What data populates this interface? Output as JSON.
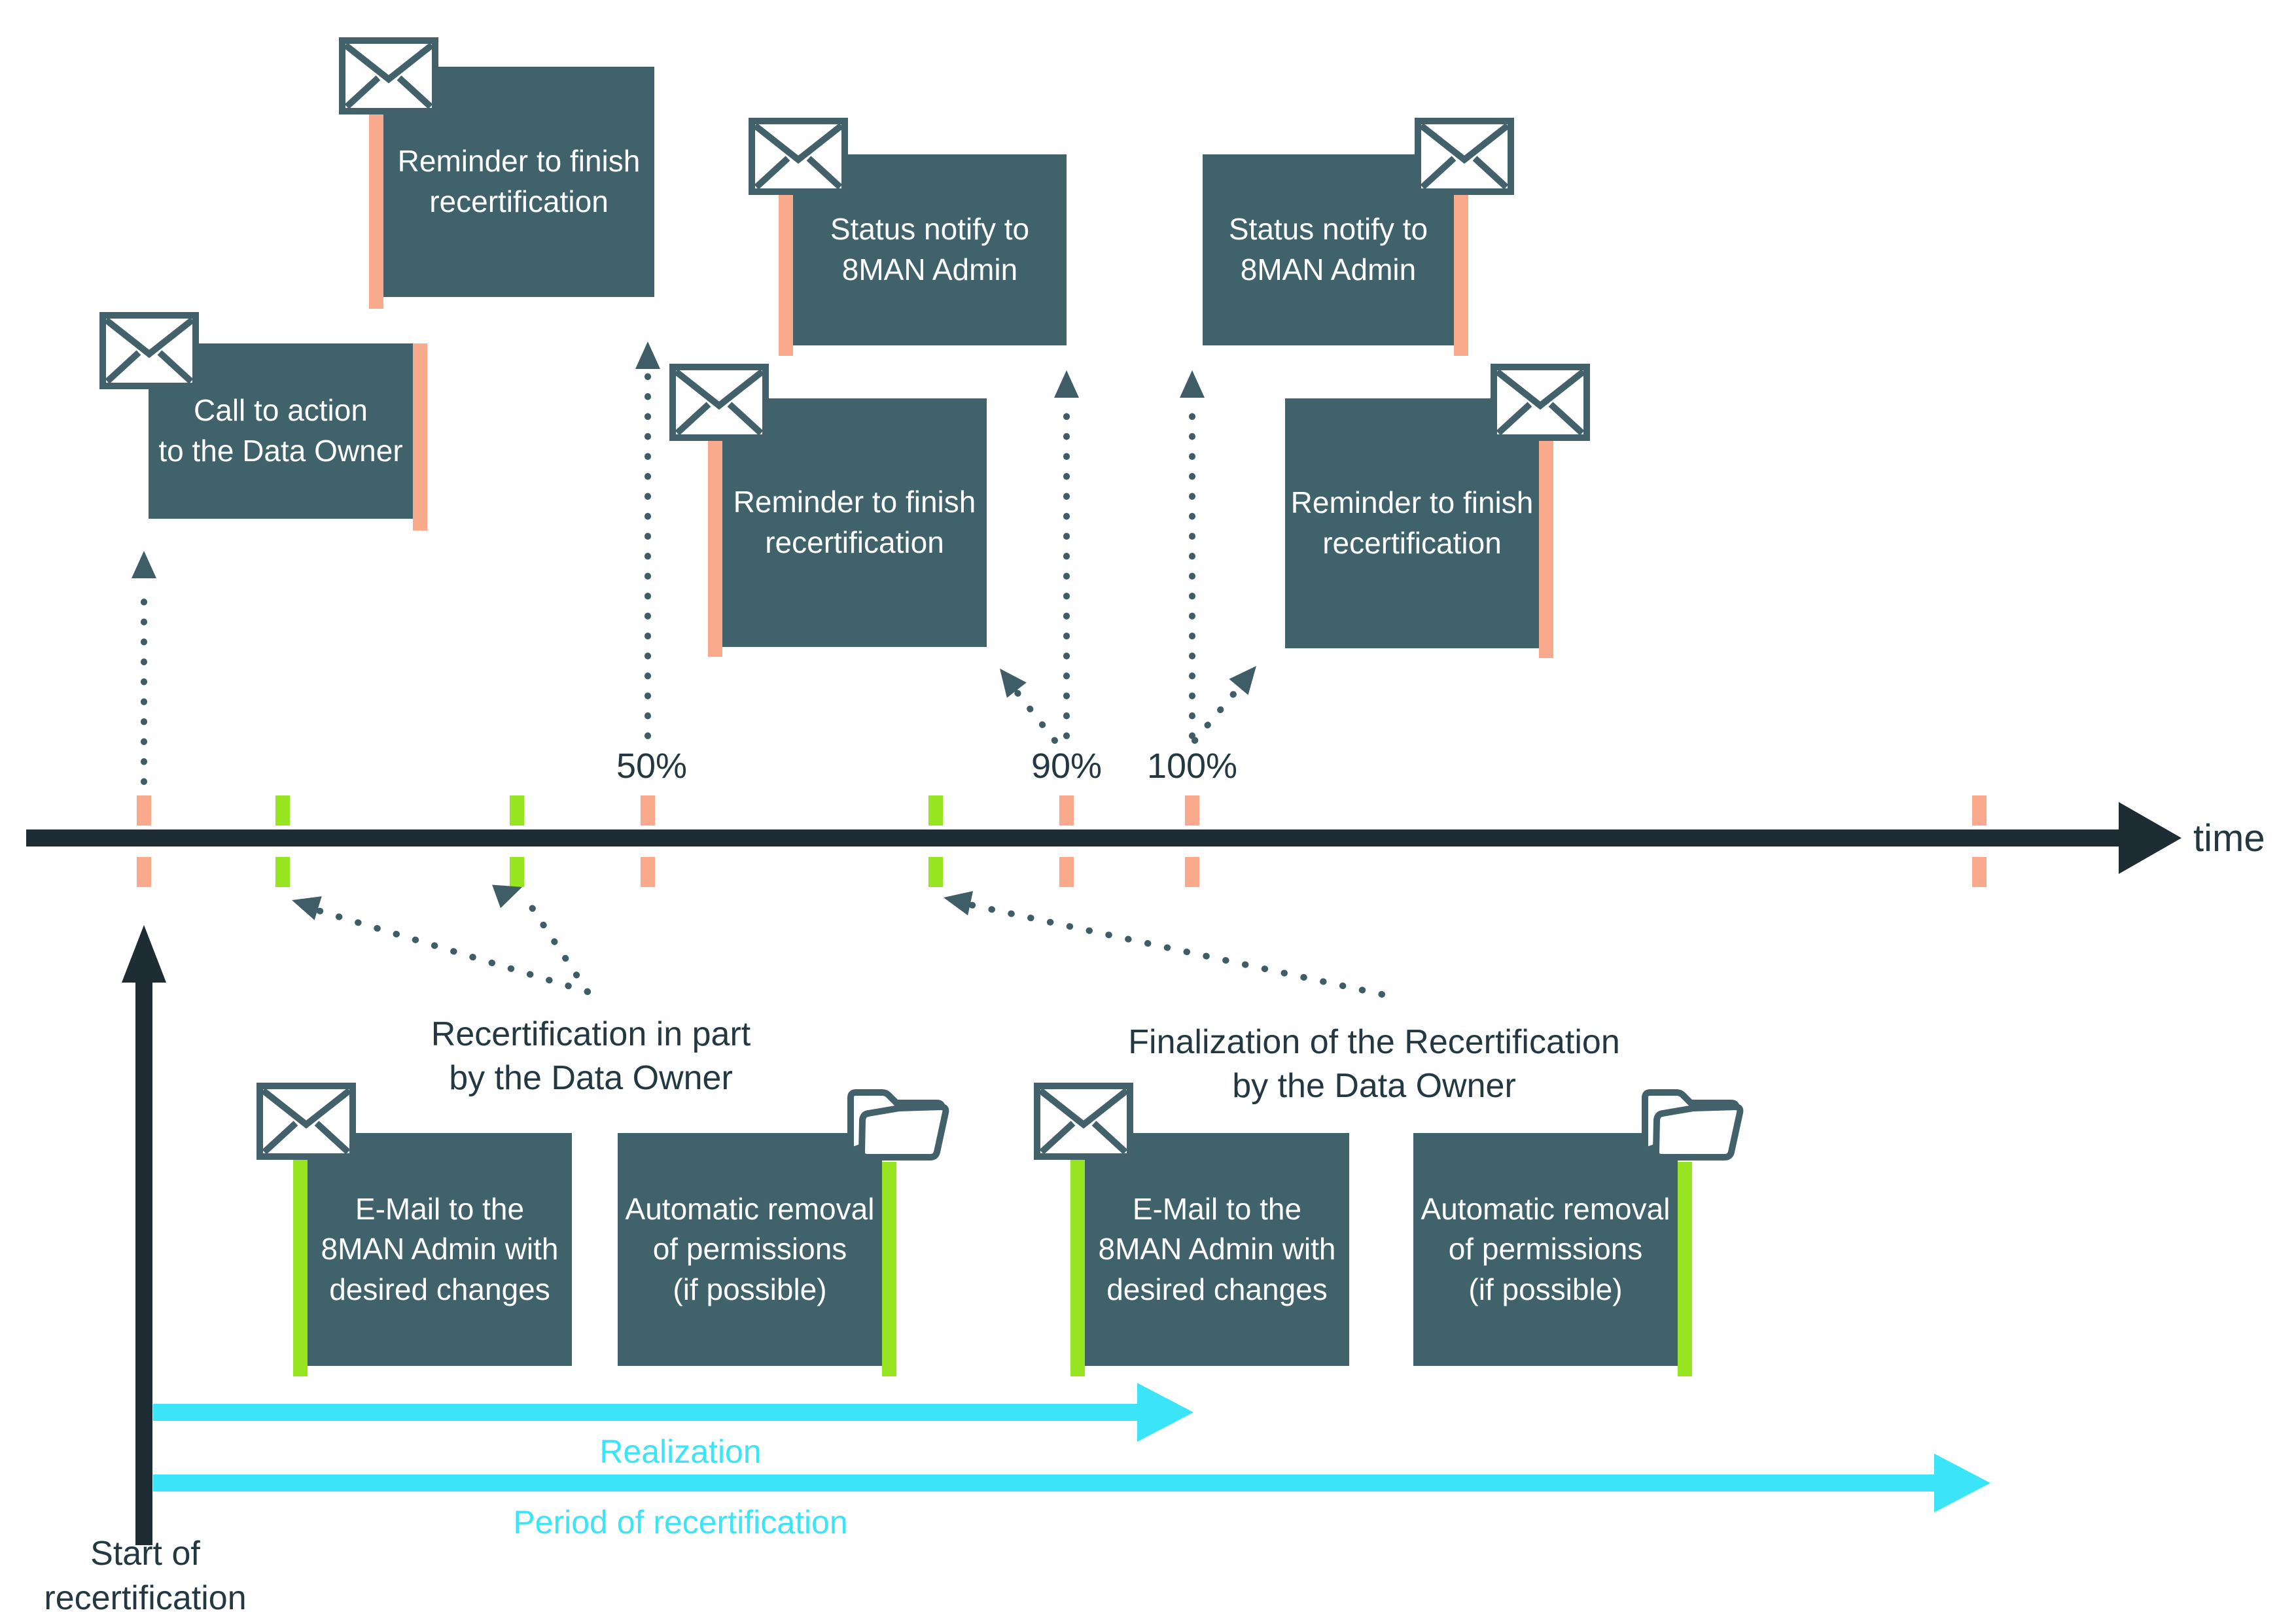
{
  "palette": {
    "box_teal": "#40636B",
    "salmon": "#F9A98C",
    "green": "#97E421",
    "cyan": "#3BE4F6",
    "ink": "#1E2D33",
    "label_ink": "#233840",
    "icon_stroke": "#42616A",
    "dotted_arrow": "#3E5D66"
  },
  "timeline": {
    "axis_label": "time",
    "milestone_labels": [
      "50%",
      "90%",
      "100%"
    ]
  },
  "start_marker": {
    "lines": [
      "Start of",
      "recertification"
    ]
  },
  "phase_arrows": [
    {
      "label": "Realization"
    },
    {
      "label": "Period of recertification"
    }
  ],
  "annotations": [
    {
      "lines": [
        "Recertification in part",
        "by the Data Owner"
      ]
    },
    {
      "lines": [
        "Finalization of the Recertification",
        "by the Data Owner"
      ]
    }
  ],
  "boxes": [
    {
      "id": "call-to-action",
      "icon": "envelope-icon",
      "lines": [
        "Call to action",
        "to the Data Owner"
      ]
    },
    {
      "id": "reminder-top",
      "icon": "envelope-icon",
      "lines": [
        "Reminder to finish",
        "recertification"
      ]
    },
    {
      "id": "status-notify-1",
      "icon": "envelope-icon",
      "lines": [
        "Status notify to",
        "8MAN Admin"
      ]
    },
    {
      "id": "status-notify-2",
      "icon": "envelope-icon",
      "lines": [
        "Status notify to",
        "8MAN Admin"
      ]
    },
    {
      "id": "reminder-mid",
      "icon": "envelope-icon",
      "lines": [
        "Reminder to finish",
        "recertification"
      ]
    },
    {
      "id": "reminder-right",
      "icon": "envelope-icon",
      "lines": [
        "Reminder to finish",
        "recertification"
      ]
    },
    {
      "id": "email-admin-left",
      "icon": "envelope-icon",
      "lines": [
        "E-Mail to the",
        "8MAN Admin with",
        "desired changes"
      ]
    },
    {
      "id": "auto-removal-left",
      "icon": "folder-icon",
      "lines": [
        "Automatic removal",
        "of permissions",
        "(if possible)"
      ]
    },
    {
      "id": "email-admin-right",
      "icon": "envelope-icon",
      "lines": [
        "E-Mail to the",
        "8MAN Admin with",
        "desired changes"
      ]
    },
    {
      "id": "auto-removal-right",
      "icon": "folder-icon",
      "lines": [
        "Automatic removal",
        "of permissions",
        "(if possible)"
      ]
    }
  ]
}
